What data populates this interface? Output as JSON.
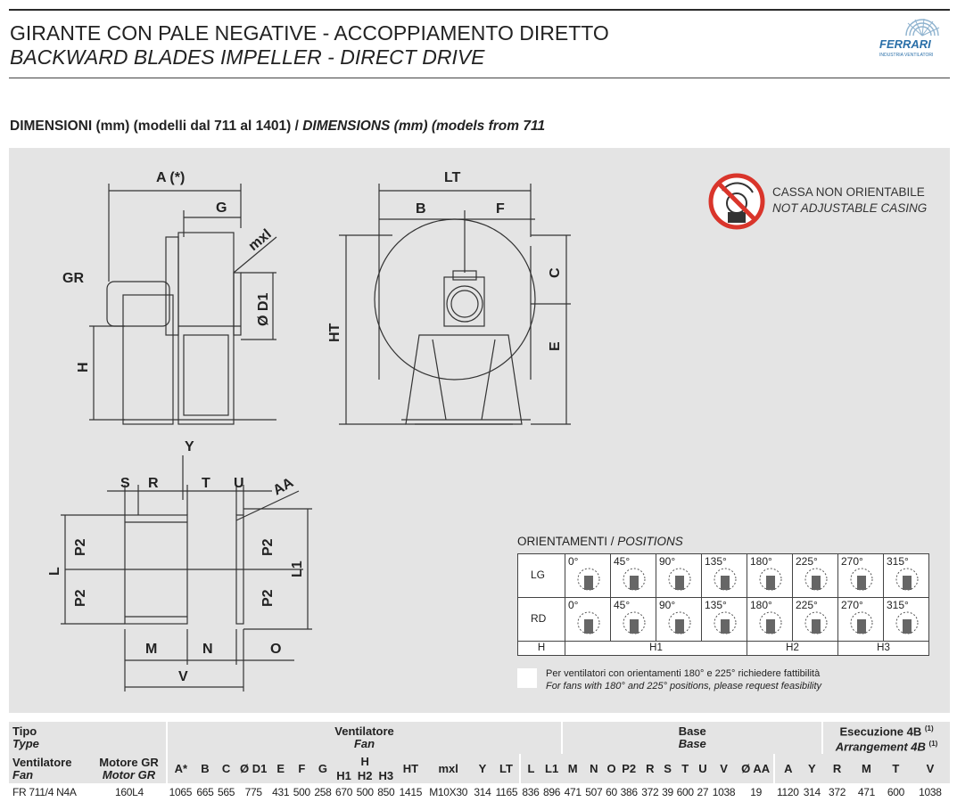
{
  "header": {
    "title_it": "GIRANTE CON PALE NEGATIVE - ACCOPPIAMENTO DIRETTO",
    "title_en": "BACKWARD BLADES IMPELLER - DIRECT DRIVE",
    "logo_text": "FERRARI",
    "logo_sub": "INDUSTRIA VENTILATORI"
  },
  "section": {
    "title_it": "DIMENSIONI (mm) (modelli dal 711 al 1401) / ",
    "title_en": "DIMENSIONS (mm) (models from 711"
  },
  "drawing": {
    "labels": {
      "A": "A (*)",
      "G": "G",
      "mxl": "mxl",
      "GR": "GR",
      "D1": "Ø D1",
      "H": "H",
      "LT": "LT",
      "B": "B",
      "F": "F",
      "C": "C",
      "E": "E",
      "HT": "HT",
      "Y": "Y",
      "S": "S",
      "R": "R",
      "T": "T",
      "U": "U",
      "AA": "AA",
      "L": "L",
      "P2a": "P2",
      "P2b": "P2",
      "P2c": "P2",
      "P2d": "P2",
      "L1": "L1",
      "M": "M",
      "N": "N",
      "O": "O",
      "V": "V"
    },
    "not_adjustable_it": "CASSA NON ORIENTABILE",
    "not_adjustable_en": "NOT ADJUSTABLE CASING"
  },
  "orientations": {
    "title_it": "ORIENTAMENTI / ",
    "title_en": "POSITIONS",
    "rows": [
      {
        "label": "LG",
        "angles": [
          "0°",
          "45°",
          "90°",
          "135°",
          "180°",
          "225°",
          "270°",
          "315°"
        ]
      },
      {
        "label": "RD",
        "angles": [
          "0°",
          "45°",
          "90°",
          "135°",
          "180°",
          "225°",
          "270°",
          "315°"
        ]
      }
    ],
    "groups": [
      "H",
      "H1",
      "H2",
      "H3"
    ],
    "note_it": "Per ventilatori con orientamenti 180° e 225° richiedere fattibilità",
    "note_en": "For fans with 180° and 225° positions, please request feasibility"
  },
  "table": {
    "tipo_it": "Tipo",
    "tipo_en": "Type",
    "ventilatore_it": "Ventilatore",
    "ventilatore_en": "Fan",
    "base_it": "Base",
    "base_en": "Base",
    "esecuzione_it": "Esecuzione 4B",
    "esecuzione_en": "Arrangement 4B",
    "esecuzione_sup": "(1)",
    "fan_col_it": "Ventilatore",
    "fan_col_en": "Fan",
    "motor_col_it": "Motore GR",
    "motor_col_en": "Motor GR",
    "h_group": "H",
    "columns_a": [
      "A*",
      "B",
      "C",
      "Ø D1",
      "E",
      "F",
      "G"
    ],
    "columns_h": [
      "H1",
      "H2",
      "H3"
    ],
    "columns_b": [
      "HT",
      "mxl",
      "Y",
      "LT"
    ],
    "columns_base": [
      "L",
      "L1",
      "M",
      "N",
      "O",
      "P2",
      "R",
      "S",
      "T",
      "U",
      "V",
      "Ø AA"
    ],
    "columns_arr": [
      "A",
      "Y",
      "R",
      "M",
      "T",
      "V"
    ],
    "row": {
      "fan": "FR 711/4 N4A",
      "motor": "160L4",
      "values_a": [
        "1065",
        "665",
        "565",
        "775",
        "431",
        "500",
        "258"
      ],
      "values_h": [
        "670",
        "500",
        "850"
      ],
      "values_b": [
        "1415",
        "M10X30",
        "314",
        "1165"
      ],
      "values_base": [
        "836",
        "896",
        "471",
        "507",
        "60",
        "386",
        "372",
        "39",
        "600",
        "27",
        "1038",
        "19"
      ],
      "values_arr": [
        "1120",
        "314",
        "372",
        "471",
        "600",
        "1038"
      ]
    }
  }
}
